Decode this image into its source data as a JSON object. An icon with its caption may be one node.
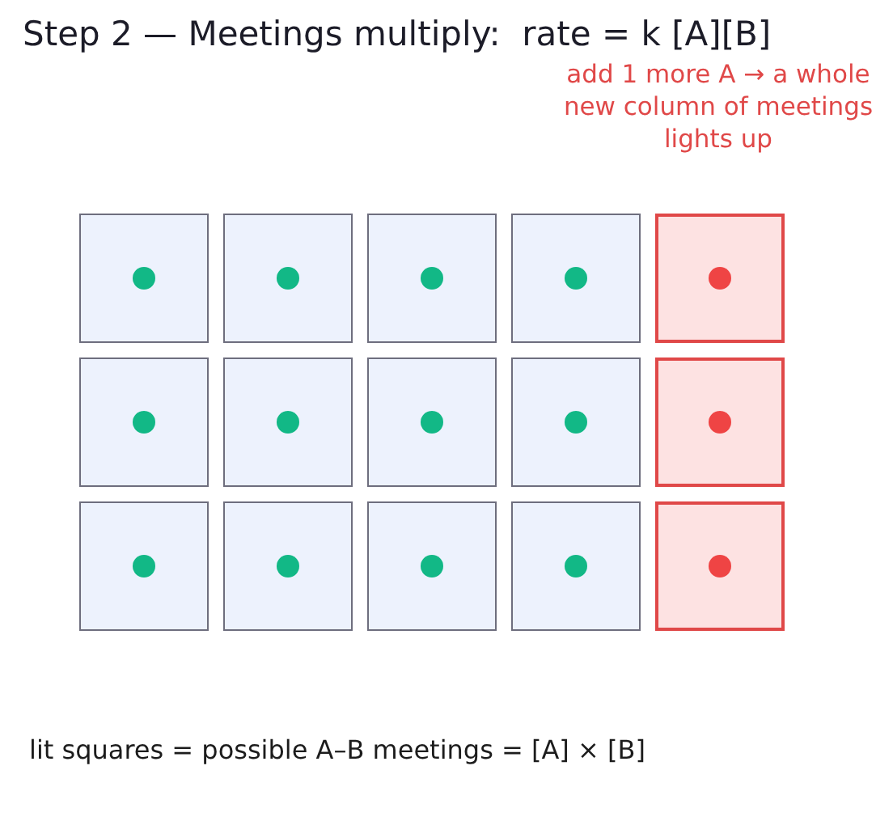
{
  "diagram": {
    "title": "Step 2 — Meetings multiply:  rate = k [A][B]",
    "nodes": [
      {
        "text": [],
        "shape": "box"
      },
      {
        "text": [],
        "shape": "box"
      },
      {
        "text": [],
        "shape": "box"
      },
      {
        "text": [],
        "shape": "box"
      },
      {
        "text": [],
        "shape": "box"
      },
      {
        "text": [],
        "shape": "box"
      },
      {
        "text": [],
        "shape": "box"
      },
      {
        "text": [],
        "shape": "box"
      },
      {
        "text": [],
        "shape": "box"
      },
      {
        "text": [],
        "shape": "box"
      },
      {
        "text": [],
        "shape": "box"
      },
      {
        "text": [],
        "shape": "box"
      },
      {
        "text": [],
        "shape": "box"
      },
      {
        "text": [],
        "shape": "box"
      },
      {
        "text": [],
        "shape": "box"
      }
    ],
    "labels": [
      "add 1 more A → a whole new column of meetings lights up"
    ],
    "caption": "lit squares = possible A–B meetings = [A] × [B]"
  }
}
